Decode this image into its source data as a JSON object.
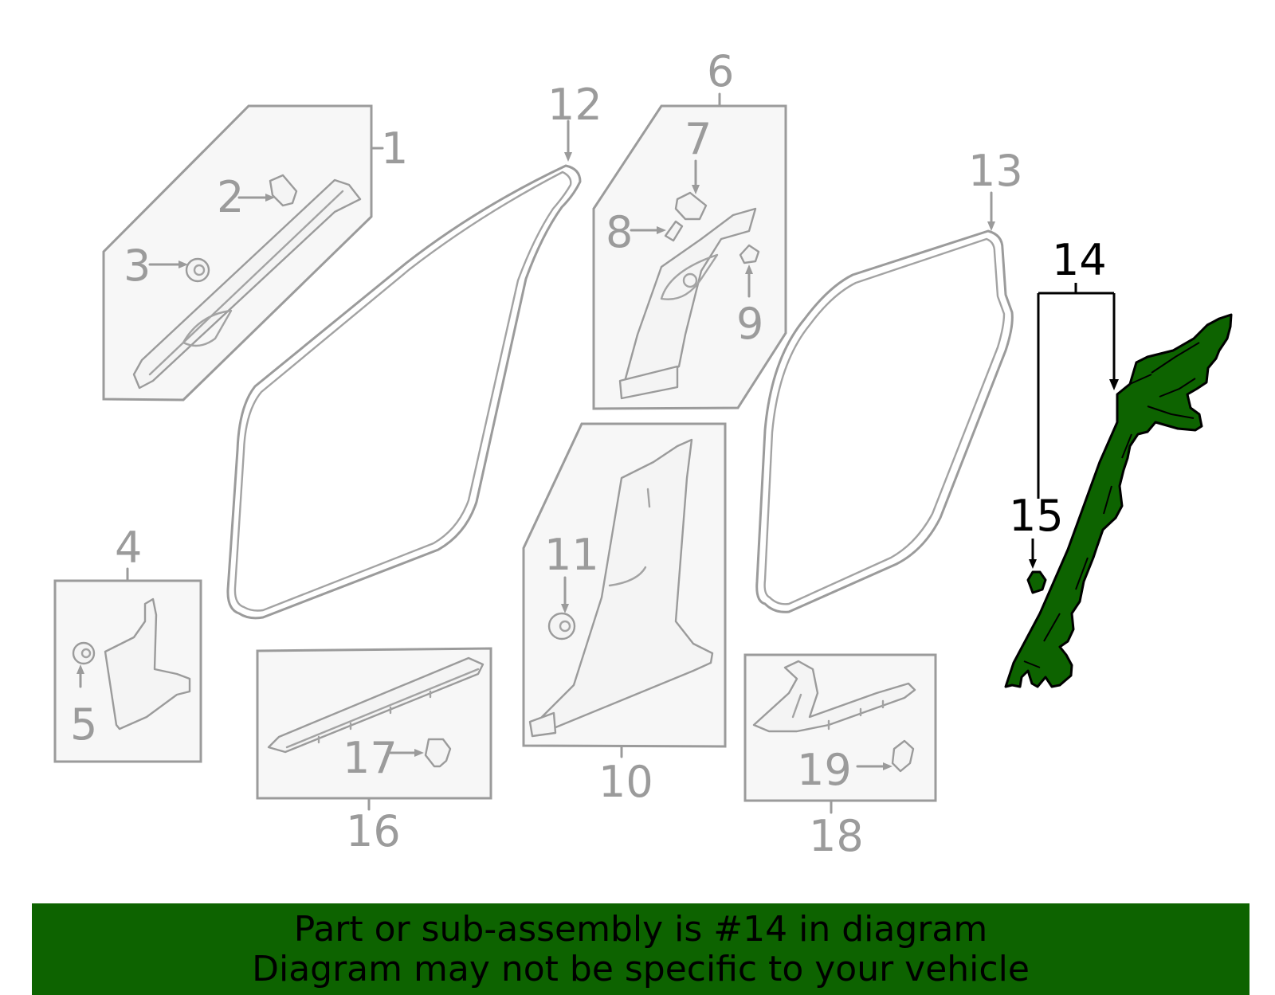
{
  "highlight_color": "#0d6300",
  "callouts": {
    "c1": "1",
    "c2": "2",
    "c3": "3",
    "c4": "4",
    "c5": "5",
    "c6": "6",
    "c7": "7",
    "c8": "8",
    "c9": "9",
    "c10": "10",
    "c11": "11",
    "c12": "12",
    "c13": "13",
    "c14": "14",
    "c15": "15",
    "c16": "16",
    "c17": "17",
    "c18": "18",
    "c19": "19"
  },
  "banner": {
    "line1": "Part or sub-assembly is #14 in diagram",
    "line2": "Diagram may not be specific to your vehicle"
  }
}
